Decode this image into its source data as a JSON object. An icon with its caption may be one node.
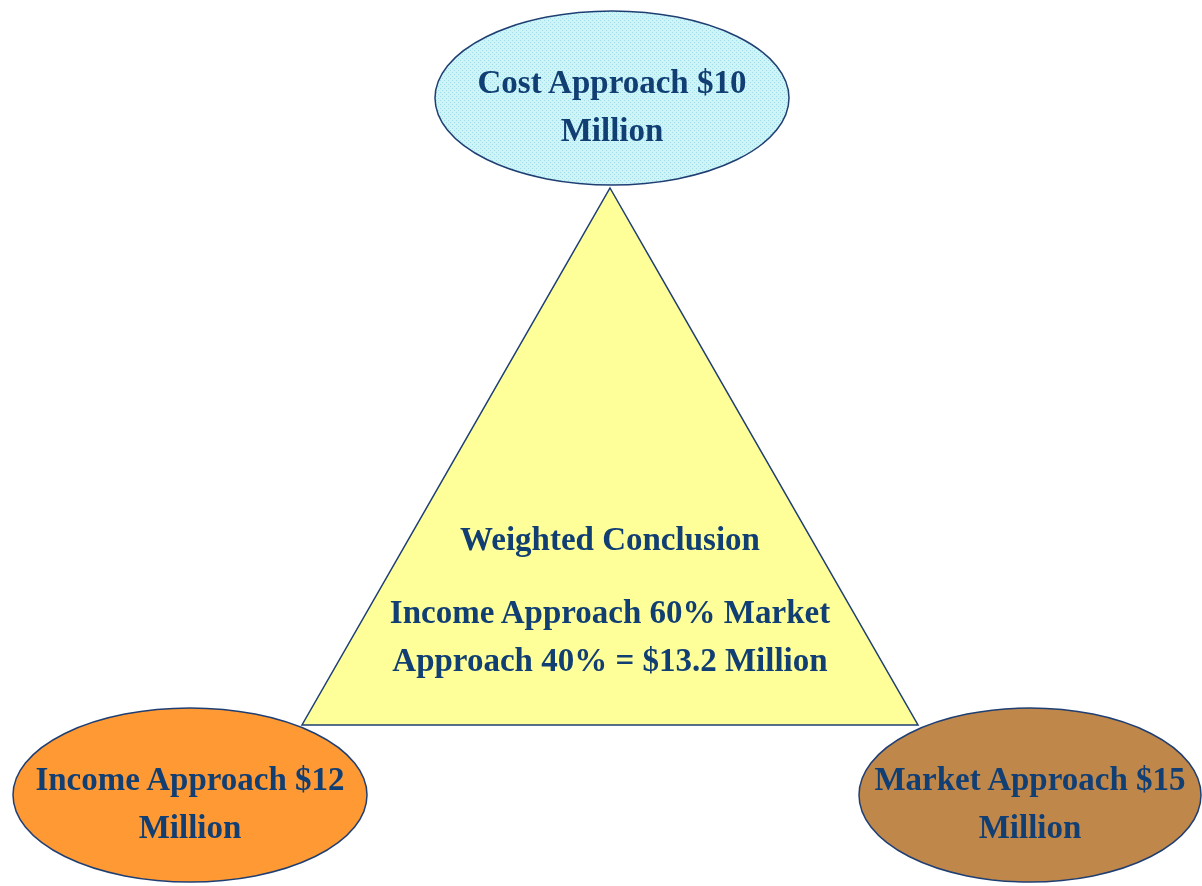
{
  "diagram": {
    "nodes": [
      {
        "text": [
          "Cost Approach $10 Million"
        ]
      },
      {
        "text": [
          "Weighted Conclusion",
          "Income Approach 60% Market Approach 40% = $13.2 Million"
        ]
      },
      {
        "text": [
          "Income Approach $12 Million"
        ]
      },
      {
        "text": [
          "Market Approach $15 Million"
        ]
      }
    ]
  }
}
